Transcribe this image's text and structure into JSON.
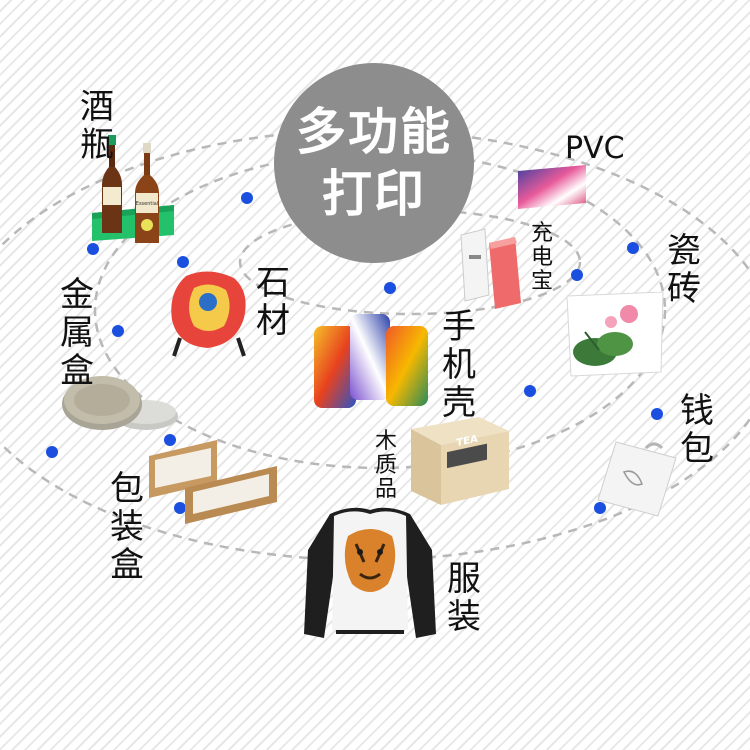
{
  "center": {
    "line1": "多功能",
    "line2": "打印"
  },
  "labels": {
    "beer_bottle": "酒瓶",
    "pvc": "PVC",
    "power_bank": "充电宝",
    "ceramic_tile": "瓷砖",
    "stone": "石材",
    "phone_case": "手机壳",
    "metal_box": "金属盒",
    "wallet": "钱包",
    "wood": "木质品",
    "packaging_box": "包装盒",
    "clothing": "服装"
  },
  "products": {
    "bottle_label": "Essential",
    "tea_label": "TEA"
  },
  "colors": {
    "badge": "#8d8d8d",
    "dot": "#1a4fe0",
    "orbit": "#b8b8b8"
  }
}
